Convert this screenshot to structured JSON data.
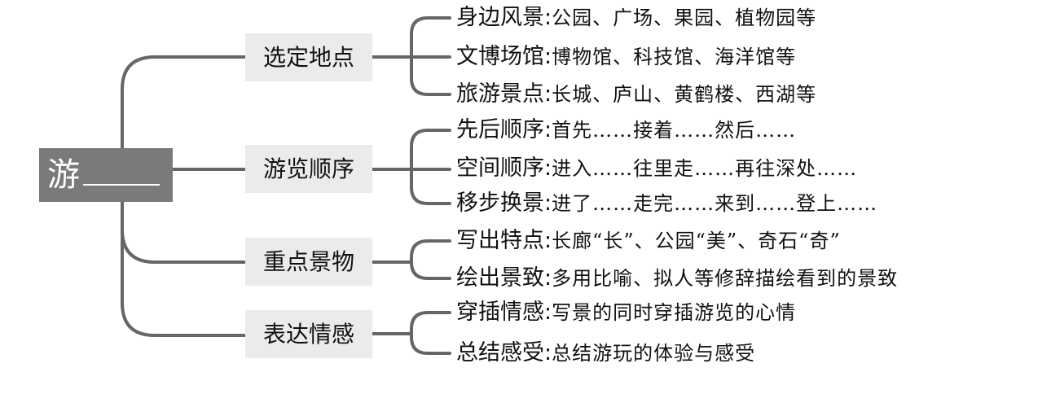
{
  "root": {
    "char": "游"
  },
  "branches": [
    {
      "label": "选定地点",
      "leaves": [
        {
          "label": "身边风景",
          "desc": "公园、广场、果园、植物园等"
        },
        {
          "label": "文博场馆",
          "desc": "博物馆、科技馆、海洋馆等"
        },
        {
          "label": "旅游景点",
          "desc": "长城、庐山、黄鹤楼、西湖等"
        }
      ]
    },
    {
      "label": "游览顺序",
      "leaves": [
        {
          "label": "先后顺序",
          "desc": "首先……接着……然后……"
        },
        {
          "label": "空间顺序",
          "desc": "进入……往里走……再往深处……"
        },
        {
          "label": "移步换景",
          "desc": "进了……走完……来到……登上……"
        }
      ]
    },
    {
      "label": "重点景物",
      "leaves": [
        {
          "label": "写出特点",
          "desc": "长廊“长”、公园“美”、奇石“奇”"
        },
        {
          "label": "绘出景致",
          "desc": "多用比喻、拟人等修辞描绘看到的景致"
        }
      ]
    },
    {
      "label": "表达情感",
      "leaves": [
        {
          "label": "穿插情感",
          "desc": "写景的同时穿插游览的心情"
        },
        {
          "label": "总结感受",
          "desc": "总结游玩的体验与感受"
        }
      ]
    }
  ]
}
